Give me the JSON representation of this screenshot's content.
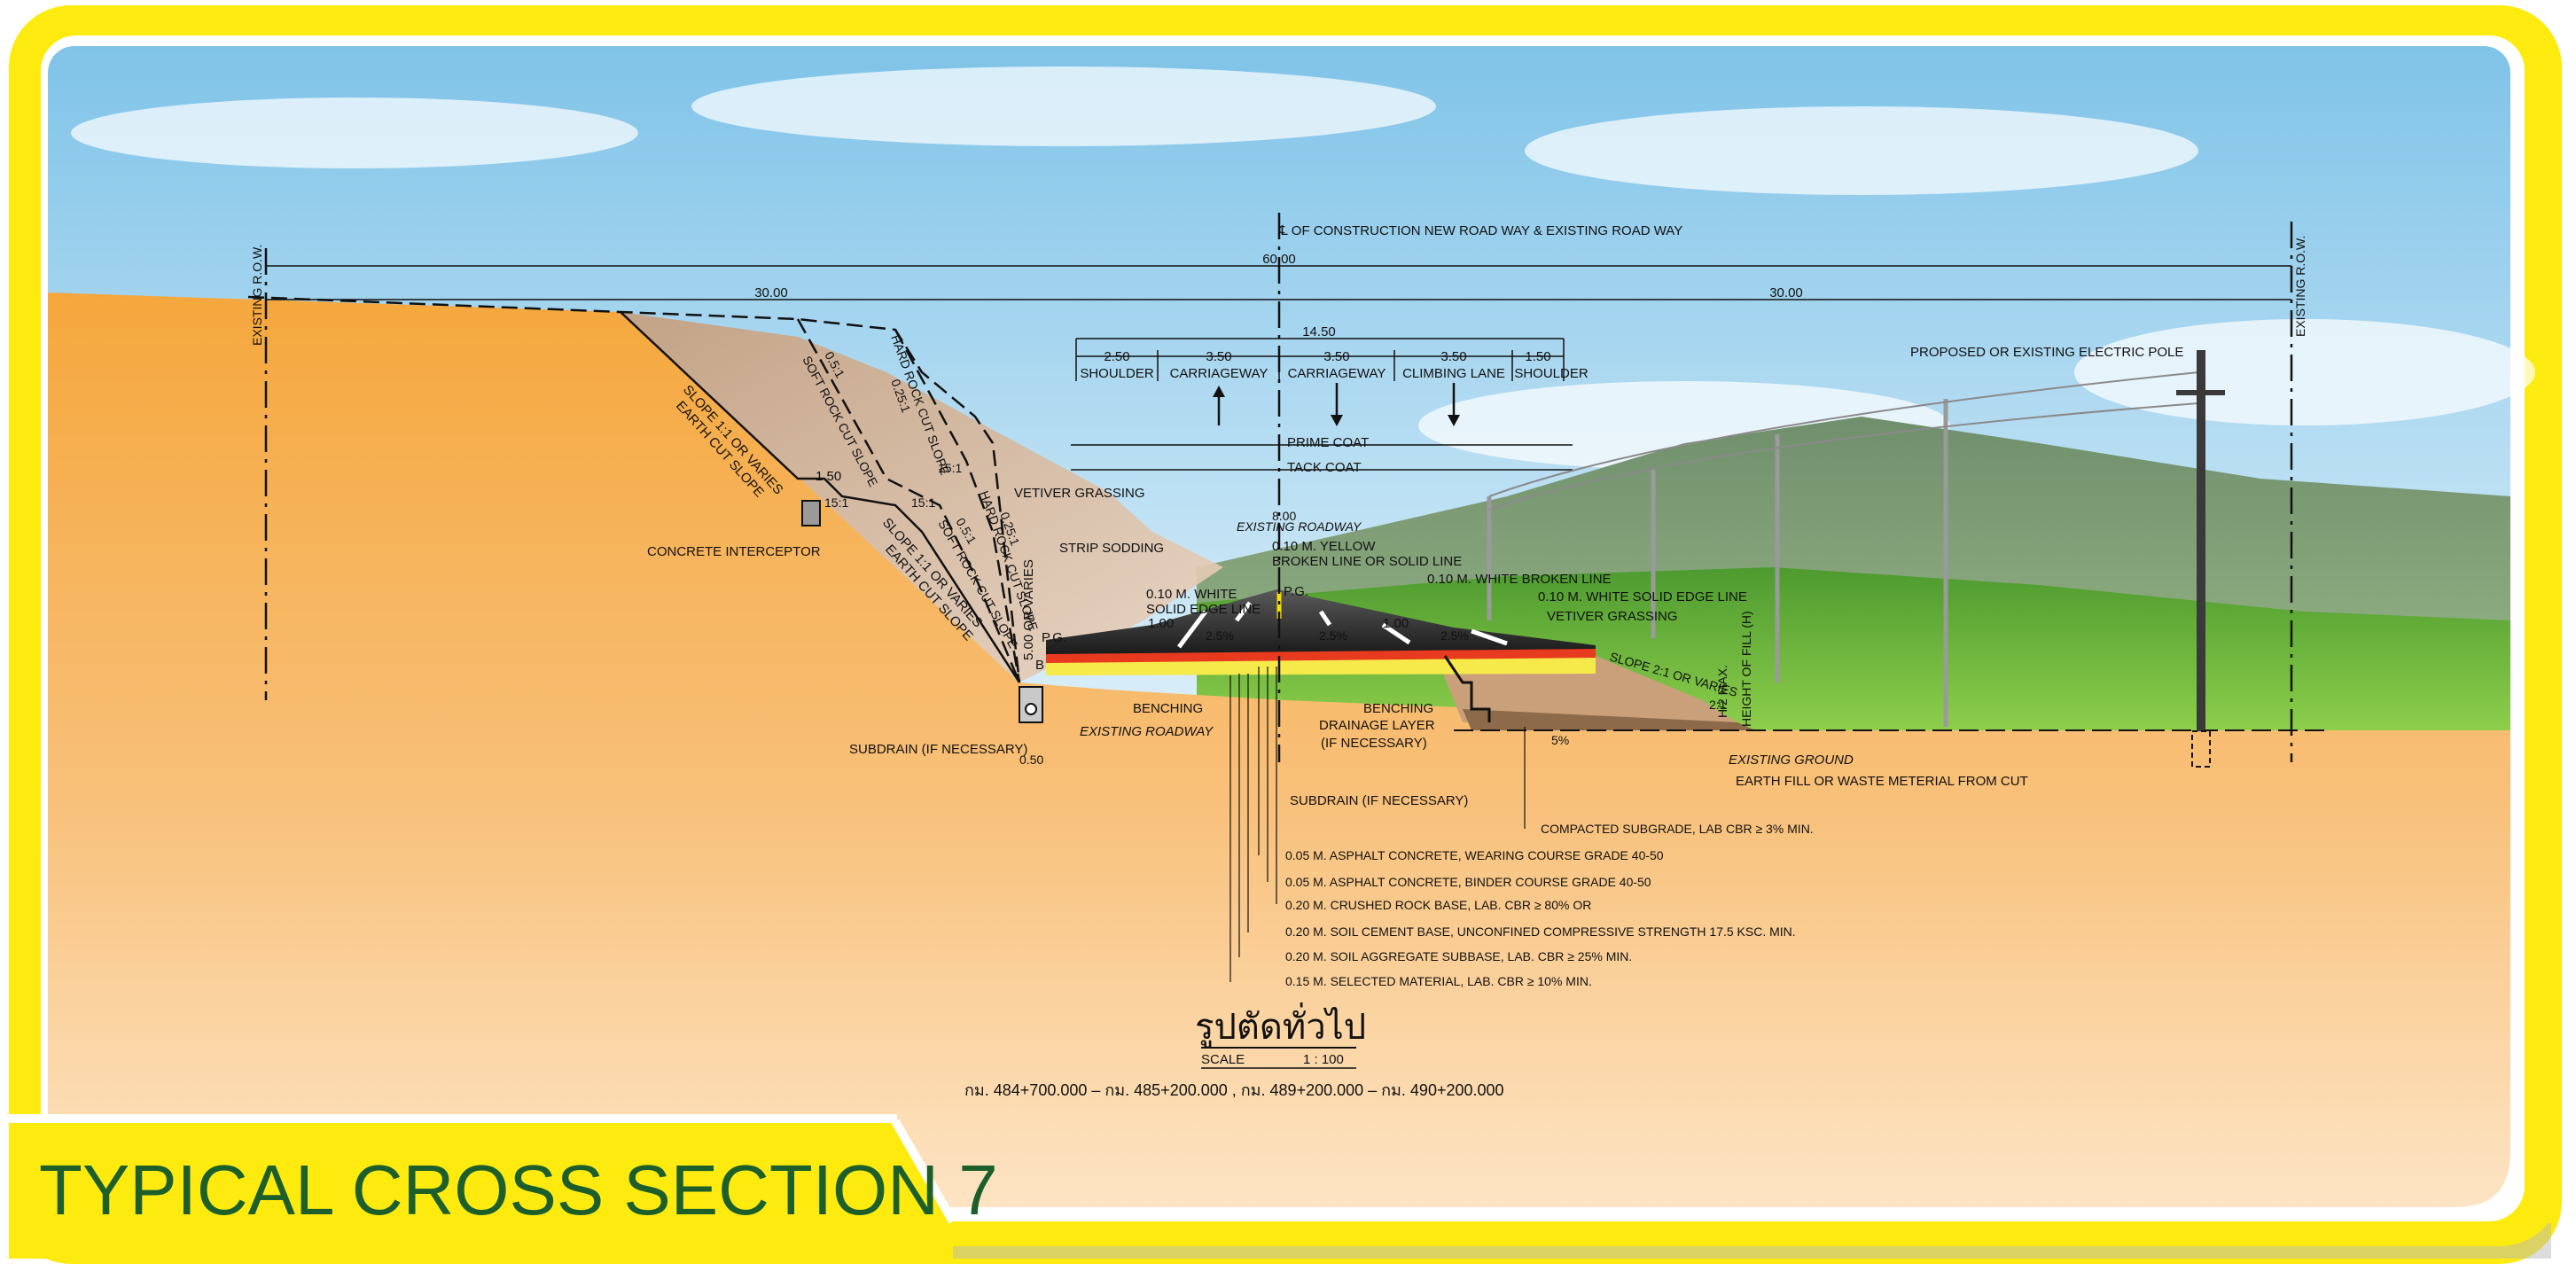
{
  "colors": {
    "frame": "#fdeb0f",
    "earth": "#f5a73c",
    "sky_top": "#7fc3e8",
    "grass": "#5aa83a",
    "title_text": "#1c5f2a",
    "asphalt": "#2a2a2a"
  },
  "icons": {
    "pole": "electric-pole-icon",
    "tree": "grass-field"
  },
  "drawing": {
    "centerline_label": "℄ OF CONSTRUCTION NEW ROAD WAY & EXISTING ROAD WAY",
    "row_label": "EXISTING R.O.W.",
    "dims": {
      "total": "60.00",
      "left_half": "30.00",
      "right_half": "30.00",
      "road_width": "14.50",
      "shoulder_left": "2.50",
      "carriage_left": "3.50",
      "carriage_right": "3.50",
      "climbing": "3.50",
      "shoulder_right": "1.50",
      "bench_width": "1.50",
      "subdrain_width": "0.50",
      "ditch_depth": "5.00 OR VARIES",
      "centre_mark": "8.00"
    },
    "lanes": {
      "shoulder_left": "SHOULDER",
      "carriage_left": "CARRIAGEWAY",
      "carriage_right": "CARRIAGEWAY",
      "climbing": "CLIMBING LANE",
      "shoulder_right": "SHOULDER"
    },
    "coats": {
      "prime": "PRIME COAT",
      "tack": "TACK COAT"
    },
    "slopes": {
      "earth_cut_upper": "SLOPE 1:1 OR VARIES",
      "earth_cut_upper_sub": "EARTH CUT SLOPE",
      "soft_rock": "SOFT ROCK CUT SLOPE",
      "soft_rock_ratio": "0.5:1",
      "hard_rock": "HARD ROCK CUT SLOPE",
      "hard_rock_ratio": "0.25:1",
      "bench_ratio_1": "15:1",
      "bench_ratio_2": "15:1",
      "bench_ratio_3": "15:1",
      "earth_cut_lower": "SLOPE 1:1 OR VARIES",
      "earth_cut_lower_sub": "EARTH CUT SLOPE",
      "soft_rock_lower": "SOFT ROCK CUT SLOPE",
      "soft_rock_lower_ratio": "0.5:1",
      "hard_rock_lower": "HARD ROCK CUT SLOPE",
      "hard_rock_lower_ratio": "0.25:1",
      "fill_slope": "SLOPE 2:1 OR VARIES",
      "fill_ratio": "2:1",
      "crossfall_1": "2.5%",
      "crossfall_2": "2.5%",
      "crossfall_3": "2.5%",
      "ground_slope": "5%"
    },
    "labels": {
      "vetiver_left": "VETIVER GRASSING",
      "strip_sodding": "STRIP SODDING",
      "concrete_interceptor": "CONCRETE INTERCEPTOR",
      "subdrain_left": "SUBDRAIN (IF NECESSARY)",
      "existing_roadway_left": "EXISTING ROADWAY",
      "existing_roadway_top": "EXISTING ROADWAY",
      "benching_left": "BENCHING",
      "pg_left": "P.G.",
      "pg_centre": "P.G.",
      "white_edge_left_1": "0.10 M. WHITE",
      "white_edge_left_2": "SOLID EDGE LINE",
      "offset_left": "1.00",
      "offset_right": "1.00",
      "yellow_line_1": "0.10 M. YELLOW",
      "yellow_line_2": "BROKEN LINE OR SOLID LINE",
      "white_broken": "0.10 M. WHITE BROKEN LINE",
      "white_solid_right": "0.10 M. WHITE SOLID EDGE LINE",
      "vetiver_right": "VETIVER GRASSING",
      "benching_right": "BENCHING",
      "drainage_1": "DRAINAGE LAYER",
      "drainage_2": "(IF NECESSARY)",
      "subdrain_centre": "SUBDRAIN (IF NECESSARY)",
      "hmax": "H/2 MAX.",
      "height_fill": "HEIGHT OF FILL (H)",
      "existing_ground": "EXISTING GROUND",
      "earth_fill": "EARTH FILL OR WASTE METERIAL FROM CUT",
      "electric_pole": "PROPOSED OR EXISTING ELECTRIC POLE",
      "ditch_label": "B"
    },
    "layers": [
      "COMPACTED SUBGRADE, LAB CBR ≥ 3% MIN.",
      "0.05 M. ASPHALT CONCRETE, WEARING COURSE GRADE 40-50",
      "0.05 M. ASPHALT CONCRETE, BINDER COURSE GRADE 40-50",
      "0.20 M. CRUSHED ROCK BASE, LAB. CBR ≥ 80% OR",
      "0.20 M. SOIL CEMENT BASE, UNCONFINED COMPRESSIVE STRENGTH 17.5 KSC. MIN.",
      "0.20 M. SOIL AGGREGATE SUBBASE, LAB. CBR ≥ 25% MIN.",
      "0.15 M. SELECTED MATERIAL, LAB. CBR ≥ 10% MIN."
    ],
    "caption_thai": "รูปตัดทั่วไป",
    "scale_label": "SCALE",
    "scale_value": "1 : 100",
    "km_range": "กม. 484+700.000 – กม. 485+200.000 , กม. 489+200.000 – กม. 490+200.000"
  },
  "footer": {
    "title": "TYPICAL CROSS SECTION 7"
  }
}
